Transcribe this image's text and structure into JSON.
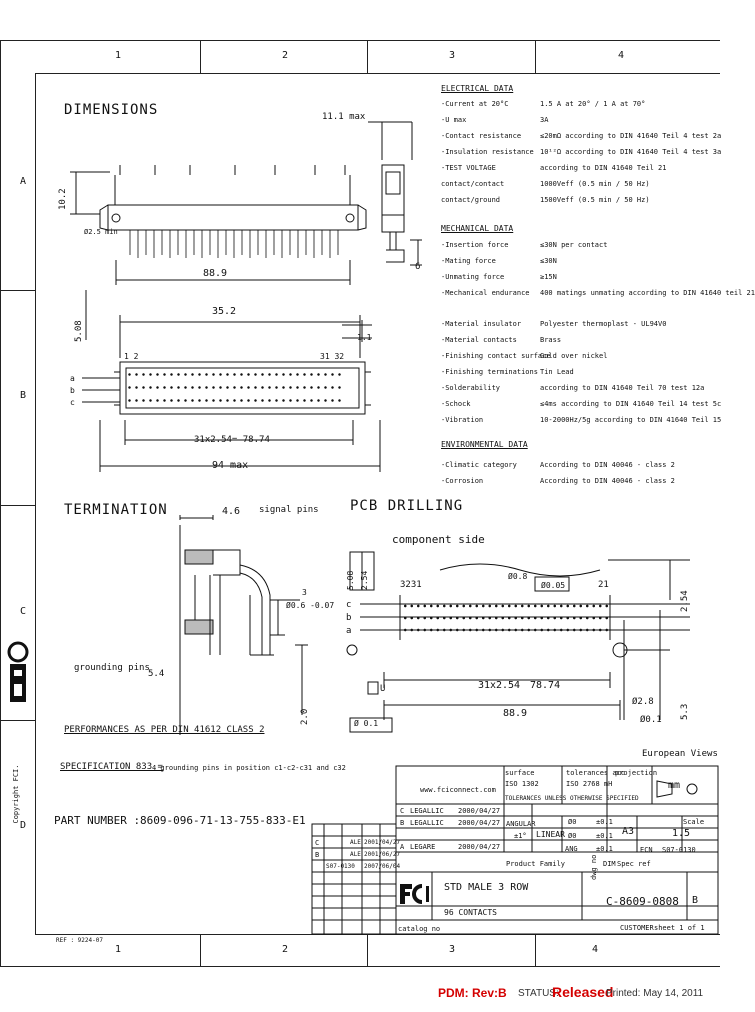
{
  "grid": {
    "cols_top": [
      "1",
      "2",
      "3",
      "4"
    ],
    "cols_bottom": [
      "1",
      "2",
      "3",
      "4"
    ],
    "rows_left": [
      "A",
      "B",
      "C",
      "D"
    ]
  },
  "sections": {
    "dimensions": "DIMENSIONS",
    "termination": "TERMINATION",
    "pcb_drilling": "PCB DRILLING",
    "component_side": "component side"
  },
  "electrical": {
    "title": "ELECTRICAL DATA",
    "rows": [
      {
        "label": "-Current at 20°C",
        "value": "1.5 A at 20° / 1 A at 70°"
      },
      {
        "label": "-U max",
        "value": "3A"
      },
      {
        "label": "-Contact resistance",
        "value": "≤20mΩ according to DIN 41640 Teil 4 test 2a"
      },
      {
        "label": "-Insulation resistance",
        "value": "10¹²Ω according to DIN 41640 Teil 4 test 3a"
      },
      {
        "label": "-TEST VOLTAGE",
        "value": "according to DIN 41640 Teil 21"
      },
      {
        "label": "  contact/contact",
        "value": "1000Veff (0.5 min / 50 Hz)"
      },
      {
        "label": "  contact/ground",
        "value": "1500Veff (0.5 min / 50 Hz)"
      }
    ]
  },
  "mechanical": {
    "title": "MECHANICAL DATA",
    "rows": [
      {
        "label": "-Insertion force",
        "value": "≤30N per contact"
      },
      {
        "label": "-Mating force",
        "value": "≤30N"
      },
      {
        "label": "-Unmating force",
        "value": "≥15N"
      },
      {
        "label": "-Mechanical endurance",
        "value": "400 matings unmating according to DIN 41640 teil 21"
      }
    ]
  },
  "materials": {
    "rows": [
      {
        "label": "-Material insulator",
        "value": "Polyester thermoplast - UL94V0"
      },
      {
        "label": "-Material contacts",
        "value": "Brass"
      },
      {
        "label": "-Finishing contact surface",
        "value": "Gold over nickel"
      },
      {
        "label": "-Finishing terminations",
        "value": "Tin Lead"
      },
      {
        "label": "-Solderability",
        "value": "according to DIN 41640 Teil 70 test 12a"
      },
      {
        "label": "-Schock",
        "value": "≤4ms according to DIN 41640 Teil 14 test 5c"
      },
      {
        "label": "-Vibration",
        "value": "10-2000Hz/5g according to DIN 41640 Teil 15"
      }
    ]
  },
  "environmental": {
    "title": "ENVIRONMENTAL DATA",
    "rows": [
      {
        "label": "-Climatic category",
        "value": "According to DIN 40046 - class 2"
      },
      {
        "label": "-Corrosion",
        "value": "According to DIN 40046 - class 2"
      }
    ]
  },
  "dims": {
    "max11": "11.1 max",
    "d102": "10.2",
    "d25": "Ø2.5 min",
    "d889": "88.9",
    "d6": "6",
    "d352": "35.2",
    "d508": "5.08",
    "d11": "1.1",
    "pin12": "1  2",
    "pin3132": "31 32",
    "row_a": "a",
    "row_b": "b",
    "row_c": "c",
    "d3142": "31x2.54= 78.74",
    "d94": "94 max",
    "d46": "4.6",
    "signal_pins": "signal pins",
    "d3": "3",
    "d06": "Ø0.6 -0.07",
    "grounding_pins": "grounding pins",
    "d54": "5.4",
    "d2": "2.0",
    "pcb_3231": "3231",
    "pcb_21": "21",
    "pcb_d08": "Ø0.8",
    "pcb_005": "Ø0.05",
    "pcb_254": "2.54",
    "pcb_31x": "31x",
    "pcb_254b": "2.54",
    "pcb_7874": "78.74",
    "pcb_889": "88.9",
    "pcb_28": "Ø2.8",
    "pcb_201": "Ø0.1",
    "pcb_53": "5.3",
    "pcb_u": "U",
    "pcb_01": "Ø 0.1",
    "pcb_508": "5.08",
    "pcb_254c": "2.54",
    "pcb_c": "c",
    "pcb_b": "b",
    "pcb_a": "a"
  },
  "notes": {
    "performance": "PERFORMANCES AS PER DIN 41612 CLASS 2",
    "spec_label": "SPECIFICATION 833 =",
    "spec_text": "4 grounding pins in position c1-c2-c31 and c32",
    "part_label": "PART NUMBER :",
    "part_number": "8609-096-71-13-755-833-E1"
  },
  "title_block": {
    "european_views": "European Views",
    "surface": "surface",
    "surface_sub": "ISO 1302",
    "tolerances": "tolerances acc",
    "tolerances_sub": "ISO 2768 mH",
    "projection": "projection",
    "unit": "mm",
    "website": "www.fciconnect.com",
    "tolerances_note": "TOLERANCES UNLESS OTHERWISE SPECIFIED",
    "rev_rows": [
      {
        "rev": "C",
        "by": "LEGALLIC",
        "date": "2000/04/27"
      },
      {
        "rev": "B",
        "by": "LEGALLIC",
        "date": "2000/04/27"
      },
      {
        "rev": "A",
        "by": "LEGARE",
        "date": "2000/04/27"
      }
    ],
    "tol_rows": [
      {
        "a": "Ø0",
        "b": "±0.1"
      },
      {
        "a": "Ø0",
        "b": "±0.1"
      },
      {
        "a": "ANG",
        "b": "±0.1"
      }
    ],
    "angular": "ANGULAR",
    "angular_val": "±1°",
    "linear": "LINEAR",
    "size": "A3",
    "scale_label": "Scale",
    "scale": "1.5",
    "ecn_label": "ECN",
    "ecn": "S07-0130",
    "product_family": "Product Family",
    "dim": "DIM",
    "spec_ref": "Spec ref",
    "title1": "STD MALE 3 ROW",
    "title2": "96 CONTACTS",
    "dwg_label": "dwg no",
    "dwg_no": "C-8609-0808",
    "rev": "B",
    "catalog": "catalog no",
    "customer": "CUSTOMER",
    "sheet": "sheet 1 of 1",
    "revlog": [
      {
        "rev": "C",
        "by": "ALE",
        "date": "2001/04/27"
      },
      {
        "rev": "B",
        "by": "ALE",
        "date": "2001/06/27"
      },
      {
        "rev": "",
        "by": "S07-0130",
        "date": "2007/06/04"
      }
    ]
  },
  "side": {
    "copyright": "Copyright FCI.",
    "ref": "REF : 9224-07"
  },
  "footer": {
    "pdm": "PDM: Rev:B",
    "status_label": "STATUS:",
    "status": "Released",
    "printed": "Printed: May 14, 2011"
  }
}
